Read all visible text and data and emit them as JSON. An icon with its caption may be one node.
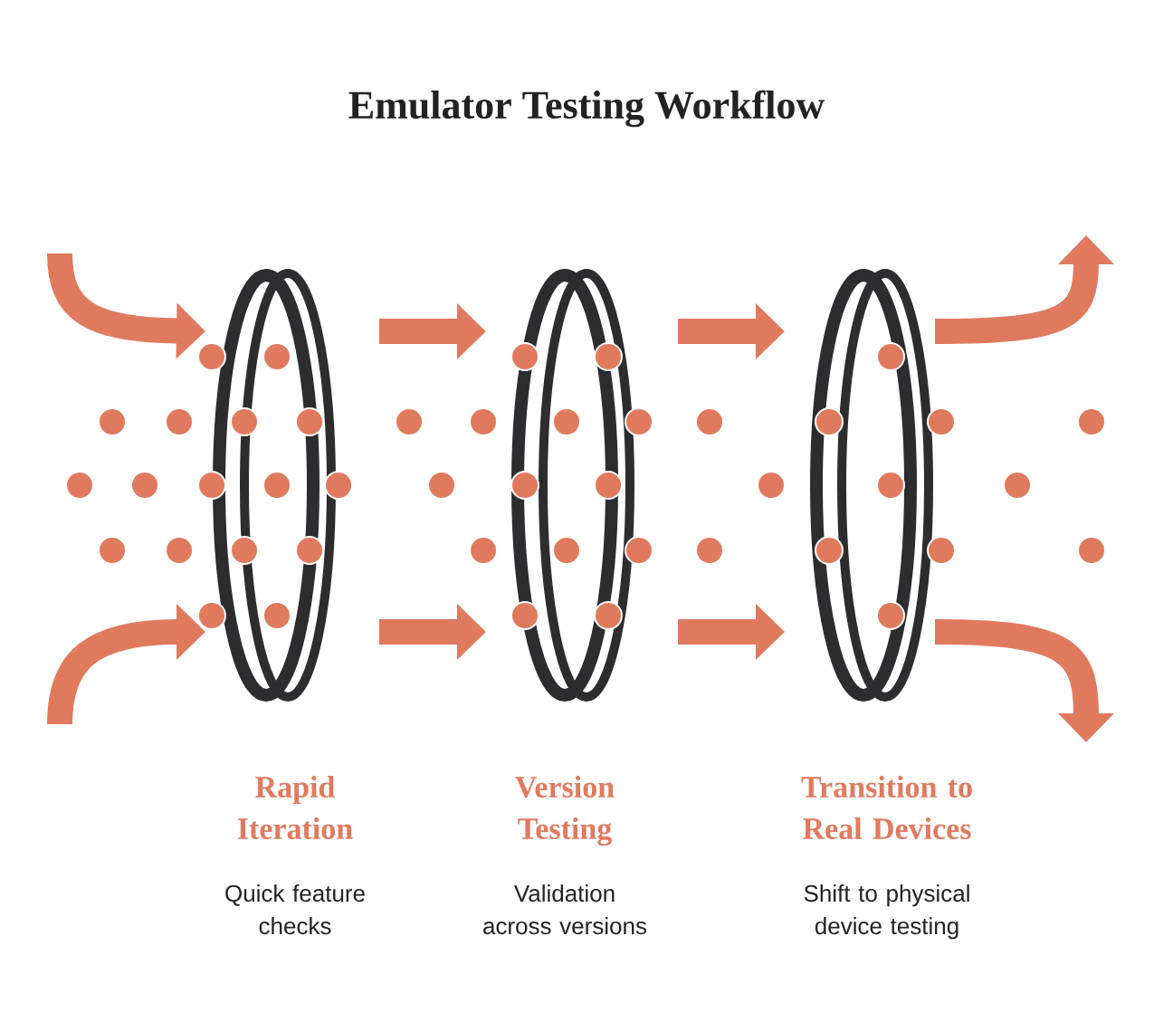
{
  "diagram": {
    "title": "Emulator Testing Workflow",
    "nodes": [
      {
        "text": [],
        "shape": "ring",
        "beside": [
          "Rapid Iteration",
          "Quick feature checks"
        ]
      },
      {
        "text": [],
        "shape": "ring",
        "beside": [
          "Version Testing",
          "Validation across versions"
        ]
      },
      {
        "text": [],
        "shape": "ring",
        "beside": [
          "Transition to Real Devices",
          "Shift to physical device testing"
        ]
      }
    ],
    "edges": [
      {
        "from": null,
        "to": 0,
        "arrow": "to"
      },
      {
        "from": null,
        "to": 0,
        "arrow": "to"
      },
      {
        "from": 0,
        "to": 1,
        "arrow": "to"
      },
      {
        "from": 0,
        "to": 1,
        "arrow": "to"
      },
      {
        "from": 1,
        "to": 2,
        "arrow": "to"
      },
      {
        "from": 1,
        "to": 2,
        "arrow": "to"
      },
      {
        "from": 2,
        "to": null,
        "arrow": "to"
      },
      {
        "from": 2,
        "to": null,
        "arrow": "to"
      }
    ]
  }
}
